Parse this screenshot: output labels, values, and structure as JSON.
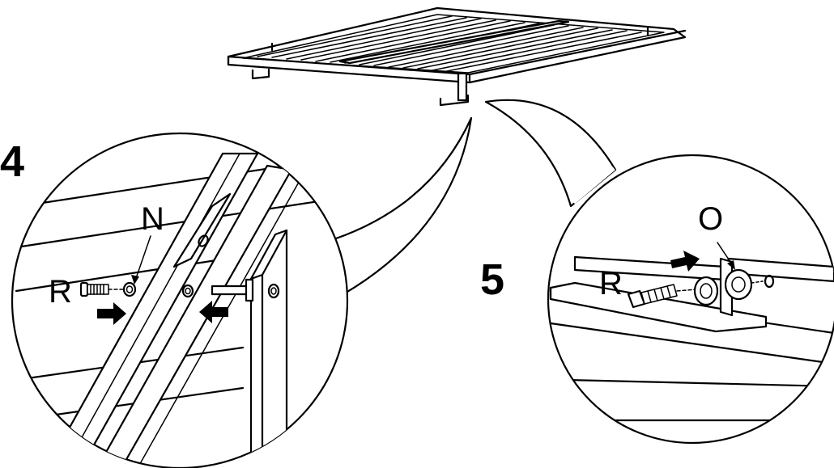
{
  "steps": {
    "step4": {
      "number": "4",
      "labels": {
        "washer": "N",
        "bolt": "R"
      }
    },
    "step5": {
      "number": "5",
      "labels": {
        "bolt": "R",
        "nut": "O"
      }
    }
  },
  "colors": {
    "line": "#000000",
    "background": "#ffffff"
  }
}
